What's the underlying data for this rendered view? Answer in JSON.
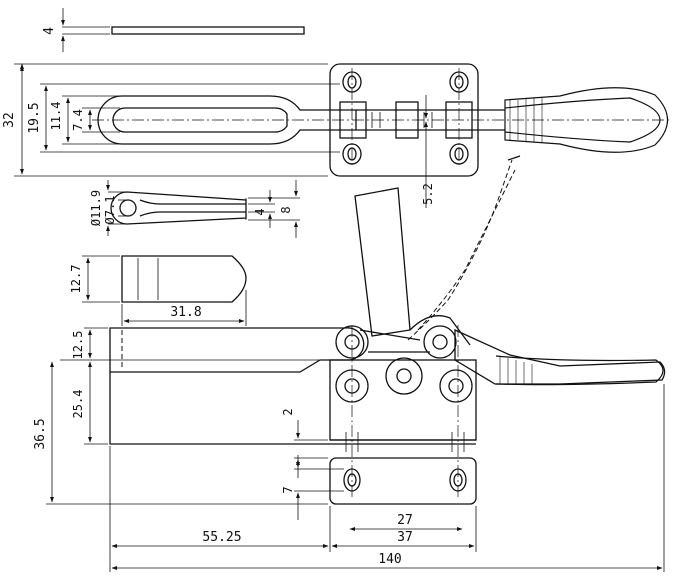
{
  "dimensions": {
    "thickness": "4",
    "plate_height": "32",
    "hole_spacing": "19.5",
    "slot_outer": "11.4",
    "slot_inner": "7.4",
    "offset": "5.2",
    "eye_outer": "Ø11.9",
    "eye_inner": "Ø7.1",
    "slot_width": "4",
    "bar_width": "8",
    "tip_height": "12.7",
    "tip_length": "31.8",
    "arm_height": "12.5",
    "body_height": "25.4",
    "total_height": "36.5",
    "gap": "2",
    "base_hole": "7",
    "hole_pitch": "27",
    "base_length": "37",
    "reach": "55.25",
    "overall_length": "140"
  }
}
